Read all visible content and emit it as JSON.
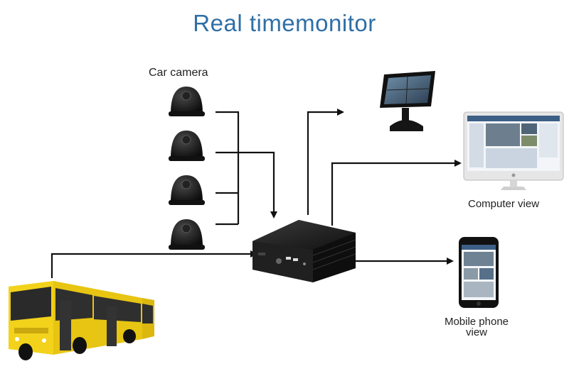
{
  "title": "Real timemonitor",
  "labels": {
    "car_camera": "Car camera",
    "computer_view": "Computer view",
    "mobile_phone_view_line1": "Mobile phone",
    "mobile_phone_view_line2": "view"
  },
  "colors": {
    "title": "#2f6fa6",
    "lines": "#111111",
    "bus_body": "#f2d21b",
    "device": "#1b1b1b"
  },
  "icons": [
    "dome-camera-icon",
    "dvr-device-icon",
    "bus-icon",
    "car-monitor-icon",
    "computer-monitor-icon",
    "mobile-phone-icon"
  ]
}
